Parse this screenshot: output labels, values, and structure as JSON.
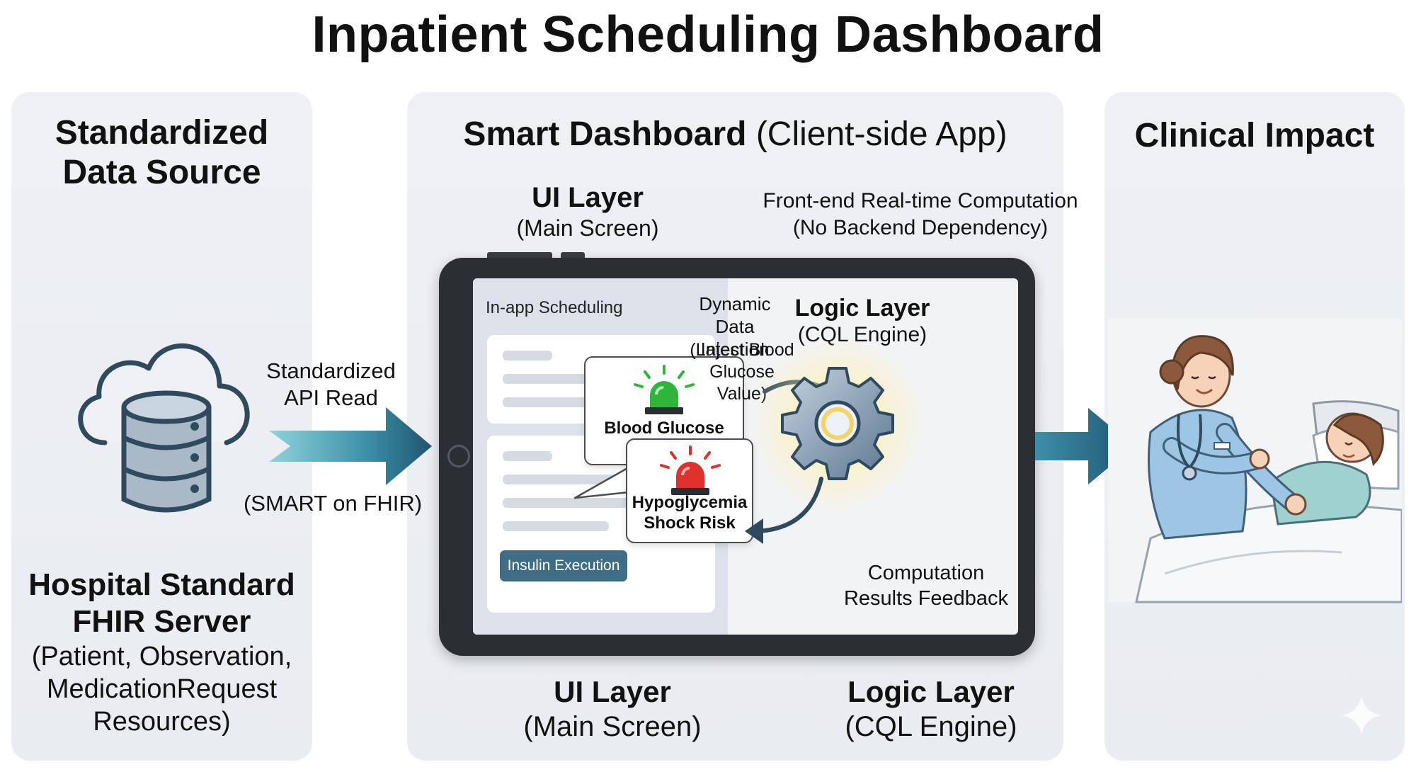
{
  "title": "Inpatient Scheduling Dashboard",
  "left_panel": {
    "heading_line1": "Standardized",
    "heading_line2": "Data Source",
    "server_title_line1": "Hospital Standard",
    "server_title_line2": "FHIR Server",
    "server_desc": "(Patient, Observation,\nMedicationRequest\nResources)"
  },
  "arrow_left": {
    "label_top": "Standardized\nAPI Read",
    "label_bottom": "(SMART on FHIR)"
  },
  "middle_panel": {
    "heading_bold": "Smart Dashboard",
    "heading_light": "(Client-side App)",
    "ui_layer_top": "UI Layer",
    "ui_layer_top_sub": "(Main Screen)",
    "frontend_note": "Front-end Real-time Computation\n(No Backend Dependency)",
    "ui_layer_bottom": "UI Layer",
    "ui_layer_bottom_sub": "(Main Screen)",
    "logic_layer_bottom": "Logic Layer",
    "logic_layer_bottom_sub": "(CQL Engine)"
  },
  "screen": {
    "scheduling_label": "In-app Scheduling",
    "green_alert": "Blood Glucose\nSafe",
    "red_alert": "Hypoglycemia\nShock Risk",
    "insulin_button": "Insulin Execution",
    "injection_note": "Dynamic Data\nInjection",
    "injection_detail": "(Latest Blood\nGlucose Value)",
    "logic_layer": "Logic Layer",
    "logic_layer_sub": "(CQL Engine)",
    "feedback_note": "Computation\nResults Feedback"
  },
  "right_panel": {
    "heading": "Clinical Impact"
  },
  "colors": {
    "panel_bg": "#eceef2",
    "arrow_teal": "#2e6b86",
    "alert_green": "#2fb53a",
    "alert_red": "#e0302c",
    "insulin_btn": "#3f6d86",
    "gear": "#6f8aa3"
  },
  "icons": [
    "cloud-database-icon",
    "green-siren-icon",
    "red-siren-icon",
    "gear-icon",
    "nurse-patient-illustration",
    "sparkle-icon"
  ]
}
